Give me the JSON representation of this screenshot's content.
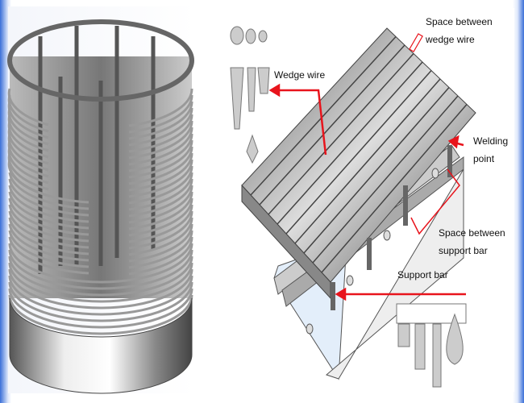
{
  "labels": {
    "space_wedge": [
      "Space between",
      "wedge wire"
    ],
    "wedge_wire": "Wedge wire",
    "welding": [
      "Welding",
      "point"
    ],
    "space_support": [
      "Space between",
      "support bar"
    ],
    "support_bar": "Support bar"
  },
  "colors": {
    "arrow": "#e8141c",
    "frame": "#3a6fd8",
    "metal": "#8a8a8a"
  }
}
